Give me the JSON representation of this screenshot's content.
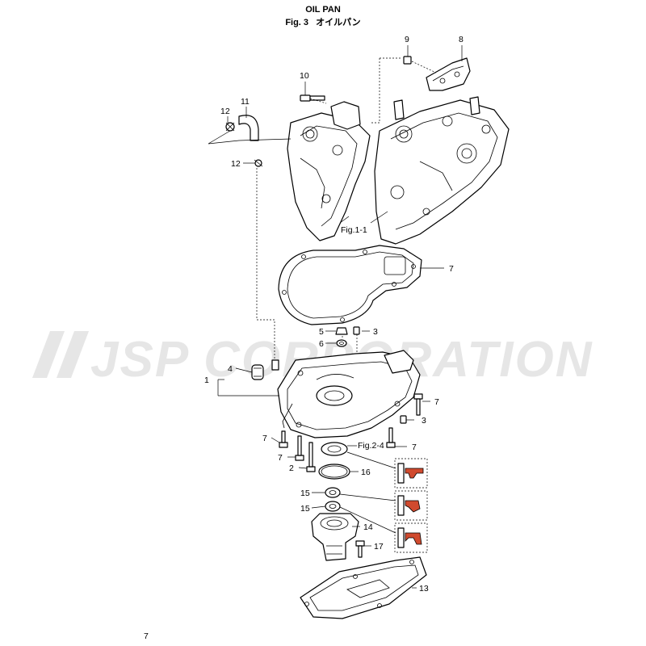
{
  "title": "OIL PAN",
  "subtitle": {
    "fig": "Fig. 3",
    "jp": "オイルパン"
  },
  "watermark": "JSP CORPORATION",
  "refs": {
    "fig1_1": "Fig.1-1",
    "fig2_4": "Fig.2-4"
  },
  "callouts": [
    "1",
    "2",
    "3",
    "3",
    "4",
    "5",
    "6",
    "7",
    "7",
    "7",
    "7",
    "7",
    "8",
    "9",
    "10",
    "11",
    "12",
    "12",
    "13",
    "14",
    "15",
    "15",
    "16",
    "17"
  ],
  "page_number": "7"
}
